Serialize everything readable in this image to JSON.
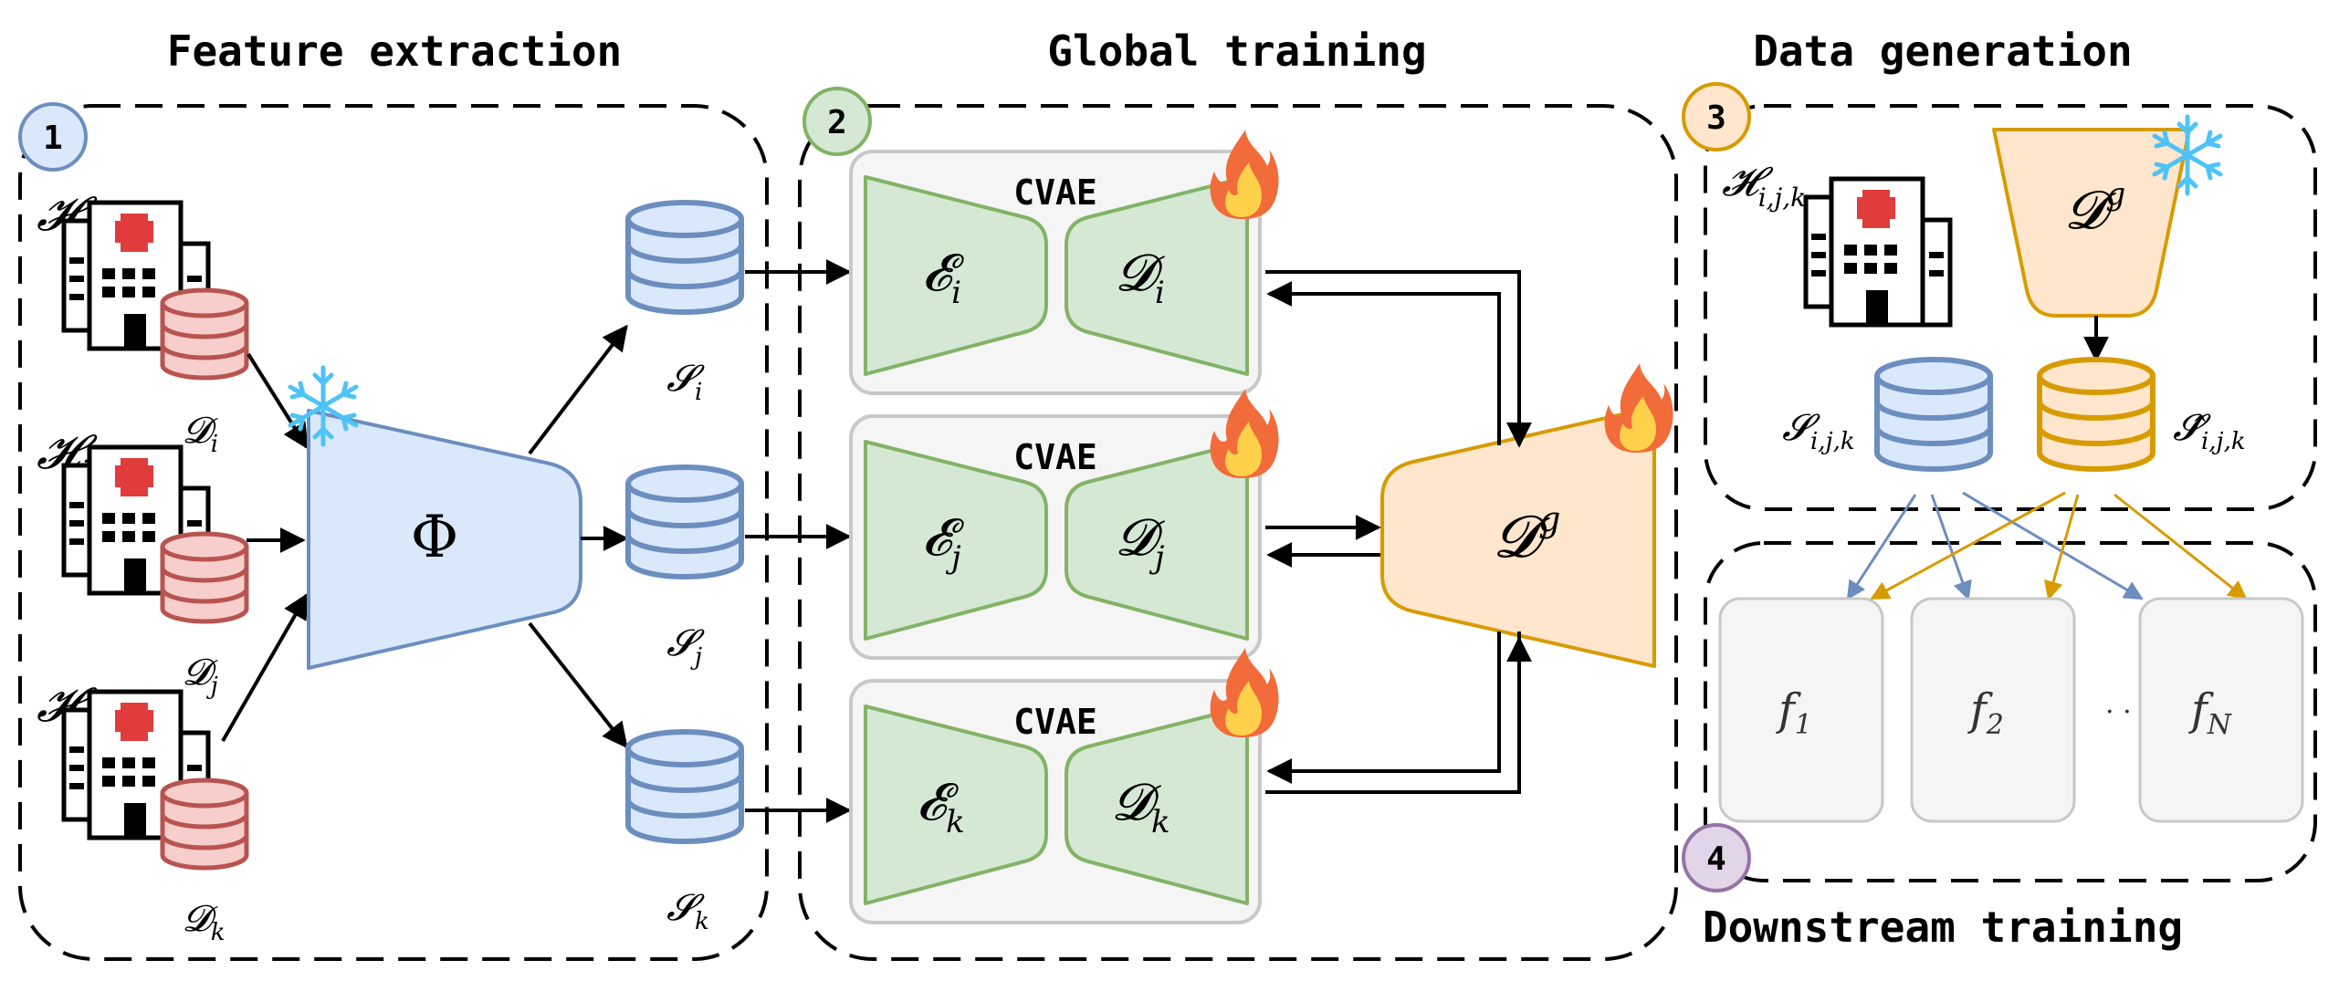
{
  "sections": {
    "feature_extraction": {
      "title": "Feature extraction",
      "badge": "1"
    },
    "global_training": {
      "title": "Global training",
      "badge": "2"
    },
    "data_generation": {
      "title": "Data generation",
      "badge": "3"
    },
    "downstream_training": {
      "title": "Downstream training",
      "badge": "4"
    }
  },
  "hospitals": [
    {
      "label": "𝓗",
      "sub": "i",
      "data_label": "𝓓",
      "data_sub": "i"
    },
    {
      "label": "𝓗",
      "sub": "j",
      "data_label": "𝓓",
      "data_sub": "j"
    },
    {
      "label": "𝓗",
      "sub": "k",
      "data_label": "𝓓",
      "data_sub": "k"
    }
  ],
  "encoder": {
    "label": "Φ"
  },
  "feature_sets": [
    {
      "label": "𝓢",
      "sub": "i"
    },
    {
      "label": "𝓢",
      "sub": "j"
    },
    {
      "label": "𝓢",
      "sub": "k"
    }
  ],
  "cvaes": [
    {
      "title": "CVAE",
      "enc": "𝓔",
      "enc_sub": "i",
      "dec": "𝓓",
      "dec_sub": "i"
    },
    {
      "title": "CVAE",
      "enc": "𝓔",
      "enc_sub": "j",
      "dec": "𝓓",
      "dec_sub": "j"
    },
    {
      "title": "CVAE",
      "enc": "𝓔",
      "enc_sub": "k",
      "dec": "𝓓",
      "dec_sub": "k"
    }
  ],
  "global_decoder": {
    "label": "𝓓",
    "sup": "g"
  },
  "generation": {
    "hospital_label": "𝓗",
    "hospital_sub": "i,j,k",
    "decoder_label": "𝓓",
    "decoder_sup": "g",
    "real_set_label": "𝓢",
    "real_set_sub": "i,j,k",
    "synth_set_label": "𝓢̂",
    "synth_set_sub": "i,j,k"
  },
  "downstream": {
    "models": [
      {
        "label": "f",
        "sub": "1"
      },
      {
        "label": "f",
        "sub": "2"
      },
      {
        "label": "f",
        "sub": "N"
      }
    ],
    "ellipsis": "· · ·"
  },
  "colors": {
    "blue_fill": "#dae8fc",
    "blue_stroke": "#6c8ebf",
    "green_fill": "#d5e8d4",
    "green_stroke": "#82b366",
    "orange_fill": "#ffe6cc",
    "orange_stroke": "#d79b00",
    "red_fill": "#f8cecc",
    "red_stroke": "#b85450",
    "purple_fill": "#e1d5e7",
    "purple_stroke": "#9673a6",
    "gray_fill": "#f5f5f5",
    "gray_stroke": "#c8c8c8",
    "hospital_cross": "#e03c3c",
    "snow": "#4fc3f7",
    "fire_outer": "#f26b3a",
    "fire_inner": "#ffd04a"
  },
  "icons": {
    "snowflake": "snowflake-icon",
    "fire": "fire-icon",
    "hospital": "hospital-icon",
    "database": "database-icon"
  }
}
